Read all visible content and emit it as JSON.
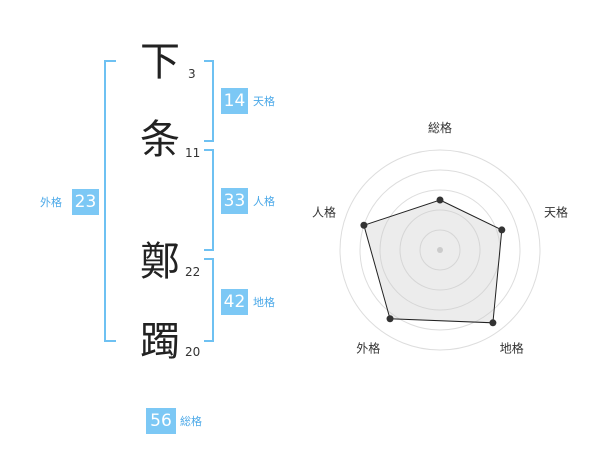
{
  "name": {
    "chars": [
      {
        "char": "下",
        "strokes": "3"
      },
      {
        "char": "条",
        "strokes": "11"
      },
      {
        "char": "鄭",
        "strokes": "22"
      },
      {
        "char": "躅",
        "strokes": "20"
      }
    ]
  },
  "fortune": {
    "tenkaku": {
      "value": "14",
      "label": "天格"
    },
    "jinkaku": {
      "value": "33",
      "label": "人格"
    },
    "chikaku": {
      "value": "42",
      "label": "地格"
    },
    "gaikaku": {
      "value": "23",
      "label": "外格"
    },
    "soukaku": {
      "value": "56",
      "label": "総格"
    }
  },
  "colors": {
    "accent": "#7cc8f5",
    "bracket": "#6ec1f2",
    "label": "#4aa8e8"
  },
  "chart_data": {
    "type": "radar",
    "axes": [
      "総格",
      "天格",
      "地格",
      "外格",
      "人格"
    ],
    "values": [
      0.5,
      0.65,
      0.9,
      0.85,
      0.8
    ],
    "rings": 5,
    "range": [
      0,
      1
    ]
  }
}
